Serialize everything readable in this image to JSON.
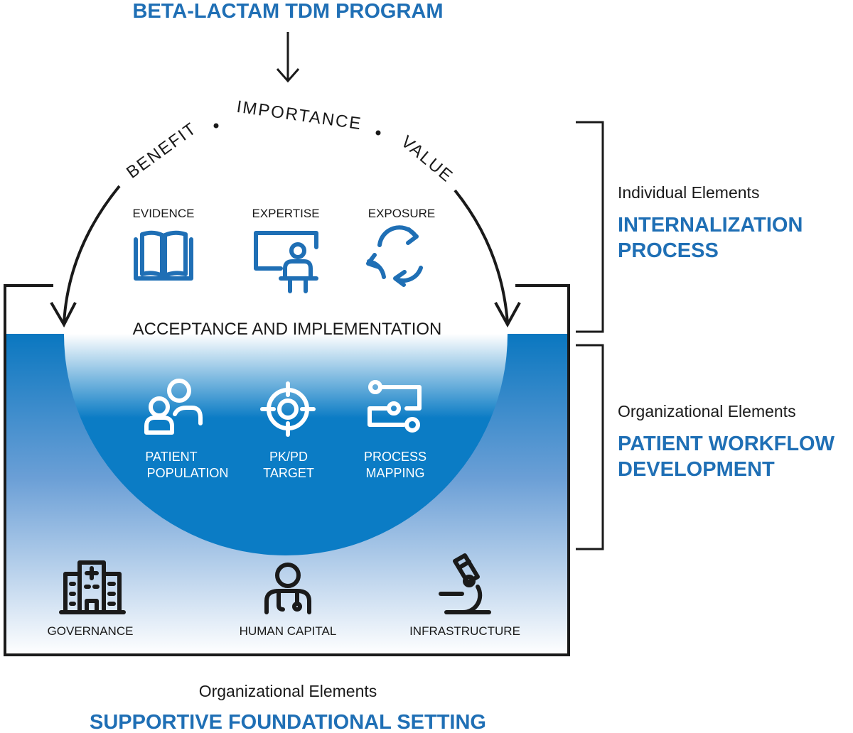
{
  "title": "BETA-LACTAM TDM PROGRAM",
  "arc_words": [
    "BENEFIT",
    "IMPORTANCE",
    "VALUE"
  ],
  "internalization": {
    "items": [
      {
        "label": "EVIDENCE",
        "icon": "book-icon"
      },
      {
        "label": "EXPERTISE",
        "icon": "presenter-icon"
      },
      {
        "label": "EXPOSURE",
        "icon": "cycle-arrows-icon"
      }
    ],
    "acceptance": "ACCEPTANCE AND IMPLEMENTATION"
  },
  "workflow": {
    "items": [
      {
        "line1": "PATIENT",
        "line2": "POPULATION",
        "icon": "people-icon"
      },
      {
        "line1": "PK/PD",
        "line2": "TARGET",
        "icon": "target-icon"
      },
      {
        "line1": "PROCESS",
        "line2": "MAPPING",
        "icon": "process-map-icon"
      }
    ]
  },
  "foundation": {
    "items": [
      {
        "label": "GOVERNANCE",
        "icon": "hospital-building-icon"
      },
      {
        "label": "HUMAN CAPITAL",
        "icon": "doctor-icon"
      },
      {
        "label": "INFRASTRUCTURE",
        "icon": "microscope-icon"
      }
    ]
  },
  "side_labels": {
    "individual": {
      "subtitle": "Individual Elements",
      "line1": "INTERNALIZATION",
      "line2": "PROCESS"
    },
    "organizational": {
      "subtitle": "Organizational Elements",
      "line1": "PATIENT WORKFLOW",
      "line2": "DEVELOPMENT"
    }
  },
  "bottom_label": {
    "subtitle": "Organizational Elements",
    "title": "SUPPORTIVE FOUNDATIONAL SETTING"
  },
  "colors": {
    "accent": "#1f6fb5",
    "deep_blue": "#0b7cc5",
    "text": "#1a1a1a"
  }
}
